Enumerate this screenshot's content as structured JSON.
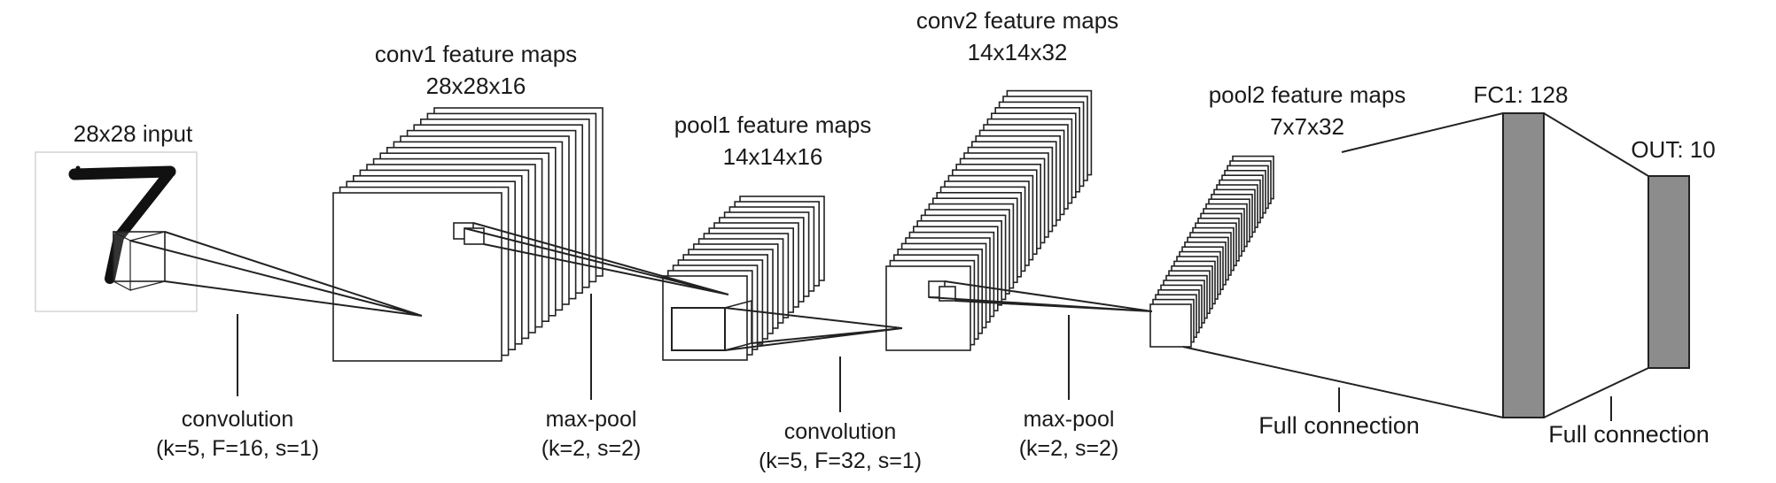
{
  "colors": {
    "line": "#222222",
    "fc_fill": "#8c8c8c",
    "input_border": "#d4d4d4",
    "digit": "#111111"
  },
  "input": {
    "title": "28x28 input",
    "digit": "7"
  },
  "conv1": {
    "title": "conv1 feature maps",
    "dims": "28x28x16"
  },
  "pool1": {
    "title": "pool1 feature maps",
    "dims": "14x14x16"
  },
  "conv2": {
    "title": "conv2 feature maps",
    "dims": "14x14x32"
  },
  "pool2": {
    "title": "pool2 feature maps",
    "dims": "7x7x32"
  },
  "fc1": {
    "title": "FC1: 128"
  },
  "out": {
    "title": "OUT: 10"
  },
  "ops": [
    {
      "name": "convolution",
      "params": "(k=5, F=16, s=1)"
    },
    {
      "name": "max-pool",
      "params": "(k=2, s=2)"
    },
    {
      "name": "convolution",
      "params": "(k=5, F=32, s=1)"
    },
    {
      "name": "max-pool",
      "params": "(k=2, s=2)"
    },
    {
      "name": "Full connection"
    },
    {
      "name": "Full connection"
    }
  ]
}
